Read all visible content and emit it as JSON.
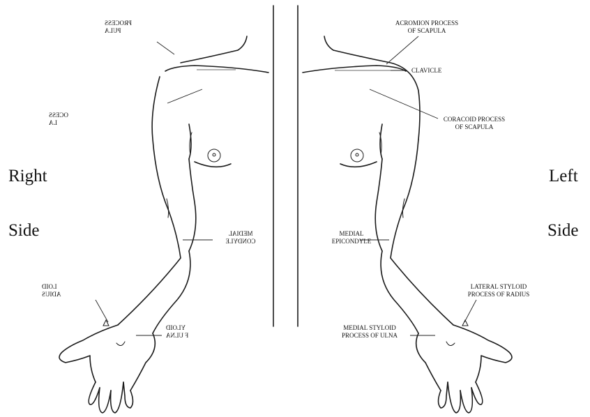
{
  "side_labels": {
    "right_line1": "Right",
    "right_line2": "Side",
    "left_line1": "Left",
    "left_line2": "Side"
  },
  "left_panel_labels": {
    "acromion": "ACROMION PROCESS\nOF SCAPULA",
    "clavicle": "CLAVICLE",
    "coracoid": "CORACOID PROCESS\nOF SCAPULA",
    "medial_epicondyle": "MEDIAL\nEPICONDYLE",
    "lateral_styloid": "LATERAL STYLOID\nPROCESS OF RADIUS",
    "medial_styloid": "MEDIAL STYLOID\nPROCESS OF ULNA"
  },
  "right_panel_mirrored_labels": {
    "acromion_fragment": "PROCESS\nPULA",
    "coracoid_fragment": "OCESS\nLA",
    "medial_condyle": "MEDIAL\nCONDYLE",
    "lateral_styloid_fragment": "LOID\nADIUS",
    "medial_styloid_fragment": "YLOID\nF ULNA"
  }
}
